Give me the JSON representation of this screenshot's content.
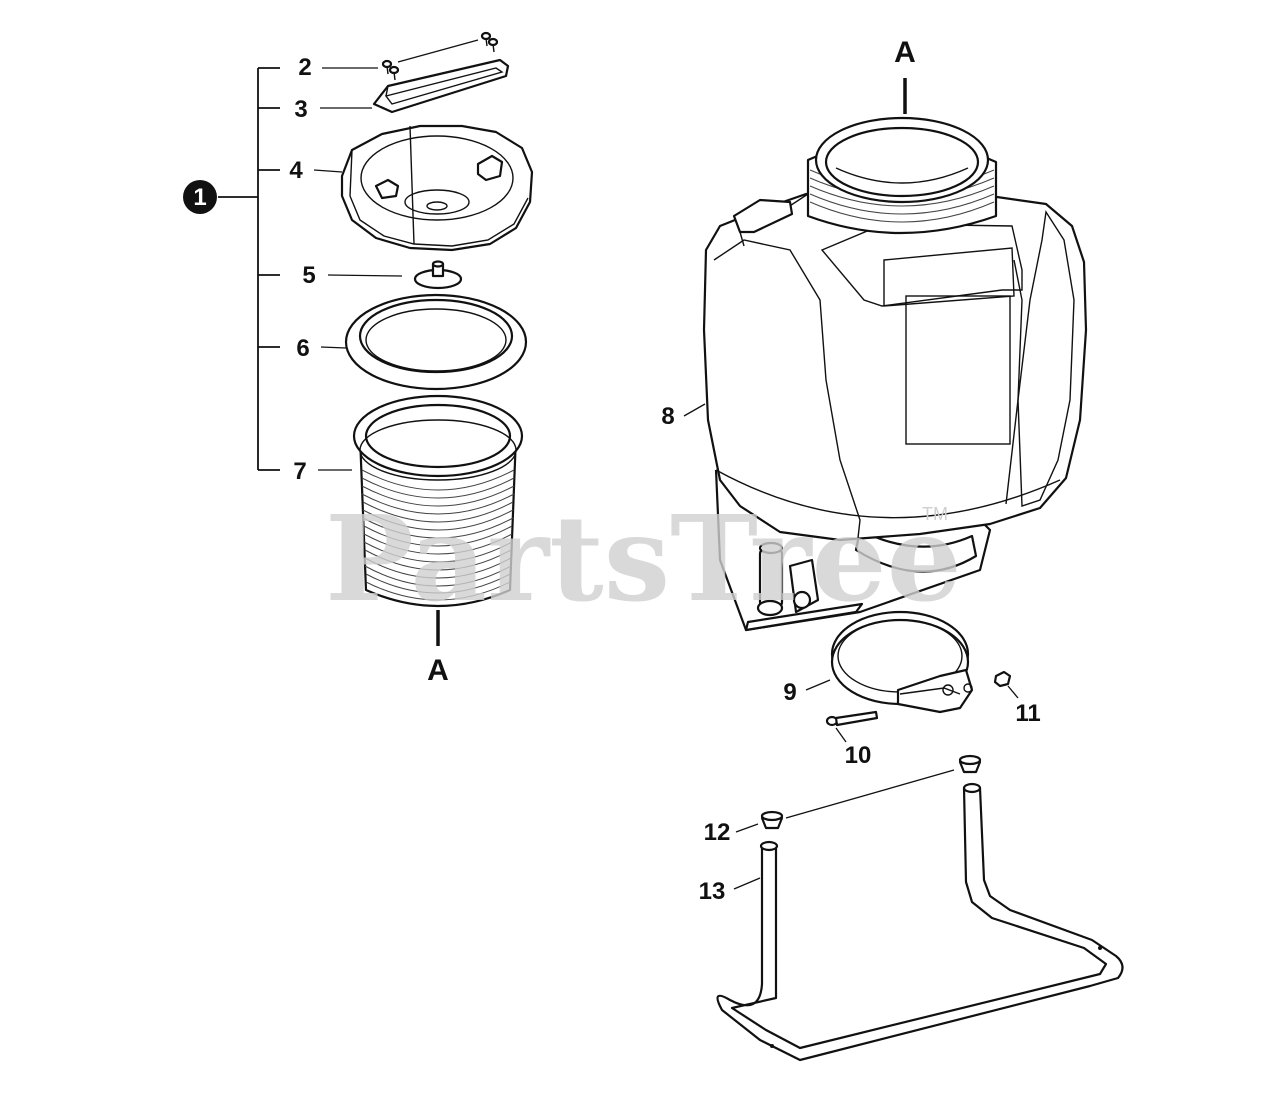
{
  "labels": {
    "callout": "1",
    "l2": "2",
    "l3": "3",
    "l4": "4",
    "l5": "5",
    "l6": "6",
    "l7": "7",
    "l8": "8",
    "l9": "9",
    "l10": "10",
    "l11": "11",
    "l12": "12",
    "l13": "13",
    "connect_top": "A",
    "connect_bottom": "A"
  },
  "watermark": {
    "text": "PartsTree",
    "trademark": "TM"
  }
}
